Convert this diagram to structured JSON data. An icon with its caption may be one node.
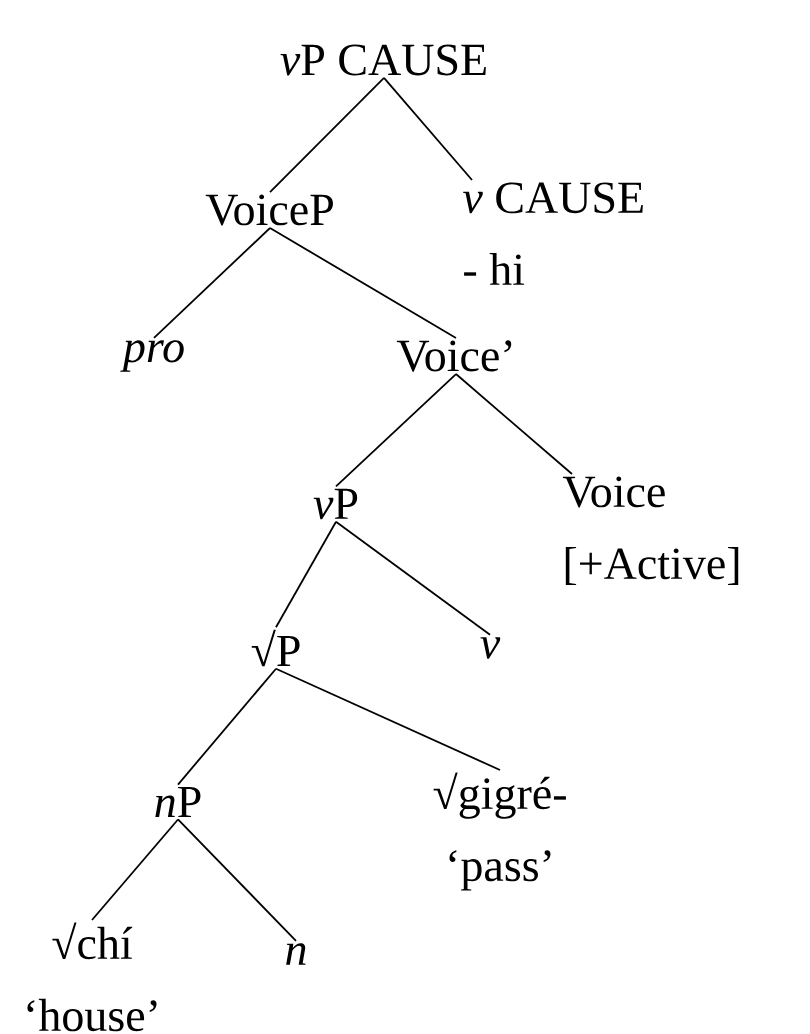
{
  "diagram": {
    "nodes": [
      {
        "text": [
          "*v*",
          "P CAUSE"
        ]
      },
      {
        "text": [
          "VoiceP"
        ]
      },
      {
        "text": [
          "*v* CAUSE",
          "- hi"
        ]
      },
      {
        "text": [
          "*pro*"
        ]
      },
      {
        "text": [
          "Voice’"
        ]
      },
      {
        "text": [
          "*v*",
          "P"
        ]
      },
      {
        "text": [
          "Voice",
          "[+Active]"
        ]
      },
      {
        "text": [
          "√P"
        ]
      },
      {
        "text": [
          "*v*"
        ]
      },
      {
        "text": [
          "*n*",
          "P"
        ]
      },
      {
        "text": [
          "√gigré-",
          "‘pass’"
        ]
      },
      {
        "text": [
          "√chí",
          "‘house’"
        ]
      },
      {
        "text": [
          "*n*"
        ]
      }
    ],
    "edges": [
      {
        "from": 0,
        "to": 1,
        "arrow": "none"
      },
      {
        "from": 0,
        "to": 2,
        "arrow": "none"
      },
      {
        "from": 1,
        "to": 3,
        "arrow": "none"
      },
      {
        "from": 1,
        "to": 4,
        "arrow": "none"
      },
      {
        "from": 4,
        "to": 5,
        "arrow": "none"
      },
      {
        "from": 4,
        "to": 6,
        "arrow": "none"
      },
      {
        "from": 5,
        "to": 7,
        "arrow": "none"
      },
      {
        "from": 5,
        "to": 8,
        "arrow": "none"
      },
      {
        "from": 7,
        "to": 9,
        "arrow": "none"
      },
      {
        "from": 7,
        "to": 10,
        "arrow": "none"
      },
      {
        "from": 9,
        "to": 11,
        "arrow": "none"
      },
      {
        "from": 9,
        "to": 12,
        "arrow": "none"
      }
    ]
  }
}
